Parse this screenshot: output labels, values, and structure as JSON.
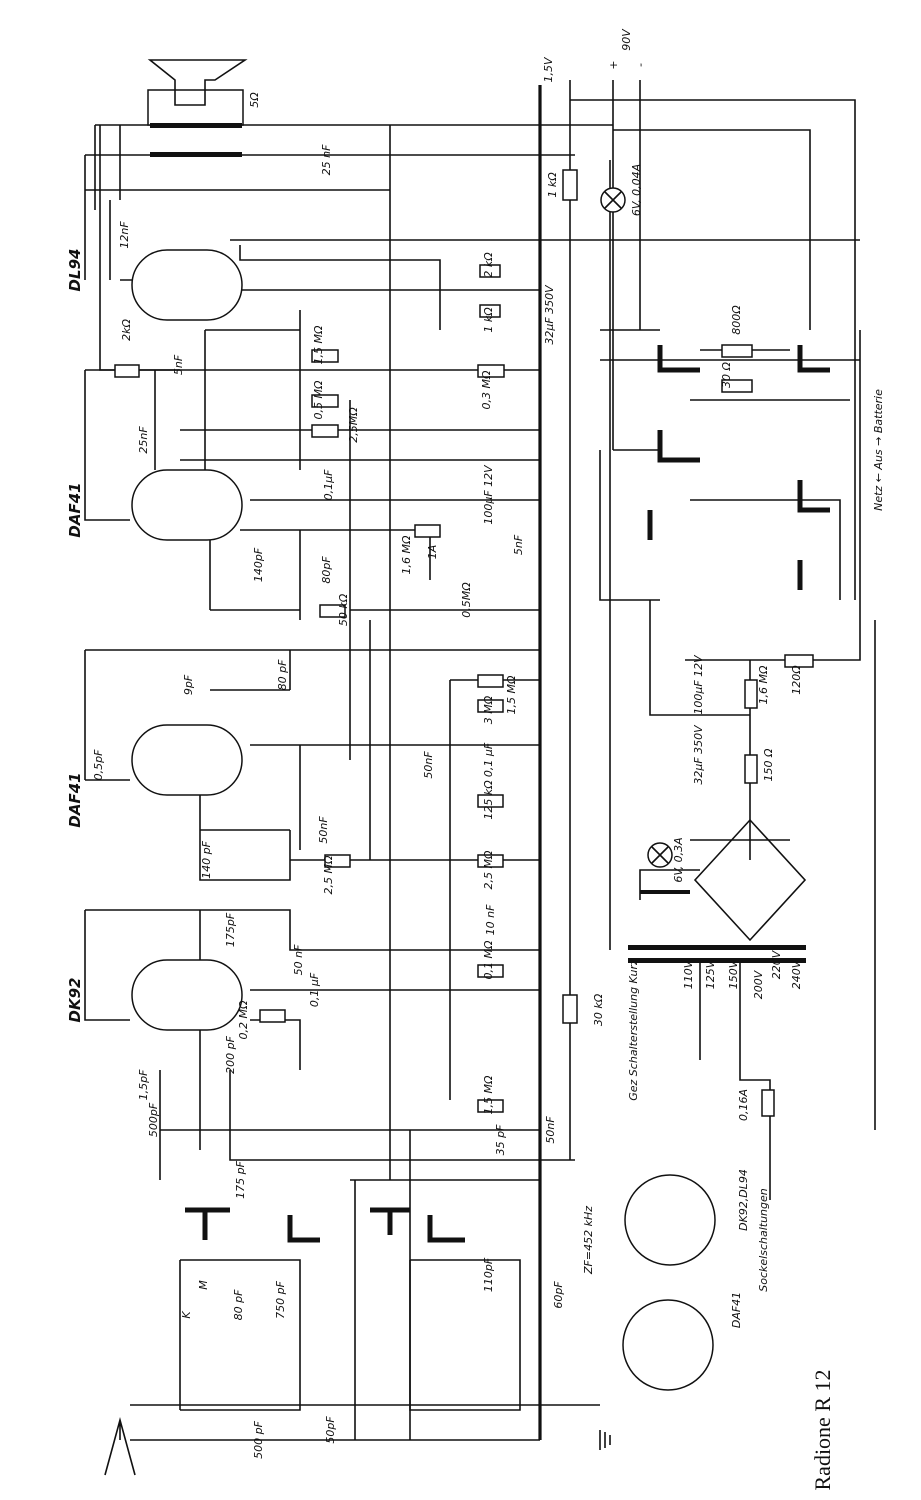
{
  "title": "Radione R 12",
  "tubes": [
    "DL94",
    "DAF41",
    "DAF41",
    "DK92"
  ],
  "supply": {
    "low": "1,5V",
    "high": "90V",
    "plus": "+",
    "minus": "-"
  },
  "labels": [
    "5Ω",
    "25 nF",
    "1 kΩ",
    "6V, 0,04A",
    "12nF",
    "2 kΩ",
    "1 kΩ",
    "32µF 350V",
    "800Ω",
    "1,5 MΩ",
    "2kΩ",
    "5nF",
    "0,5 MΩ",
    "0,3 MΩ",
    "30 Ω",
    "Netz ← Aus → Batterie",
    "2,5MΩ",
    "25nF",
    "0,1µF",
    "100µF 12V",
    "140pF",
    "80pF",
    "1,6 MΩ",
    "1A",
    "5nF",
    "0,5MΩ",
    "50 kΩ",
    "9pF",
    "80 pF",
    "1,5 MΩ",
    "3 MΩ",
    "100µF 12V",
    "1,6 MΩ",
    "120Ω",
    "0,5pF",
    "50nF",
    "0,1 µF",
    "32µF 350V",
    "150 Ω",
    "125 kΩ",
    "50nF",
    "6V, 0,3A",
    "140 pF",
    "2,5 MΩ",
    "2,5 MΩ",
    "10 nF",
    "175pF",
    "0,1 MΩ",
    "50 nF",
    "0,1 µF",
    "30 kΩ",
    "Gez Schalterstellung Kurz",
    "110V",
    "125V",
    "150V",
    "200V",
    "220V",
    "240V",
    "0,2 MΩ",
    "1,5pF",
    "200 pF",
    "1,5 MΩ",
    "0,16A",
    "500pF",
    "35 pF",
    "50nF",
    "175 pF",
    "ZF=452 kHz",
    "80 pF",
    "750 pF",
    "110pF",
    "60pF",
    "K",
    "M",
    "500 pF",
    "50pF",
    "DAF41",
    "Sockelschaltungen",
    "DK92,DL94"
  ]
}
